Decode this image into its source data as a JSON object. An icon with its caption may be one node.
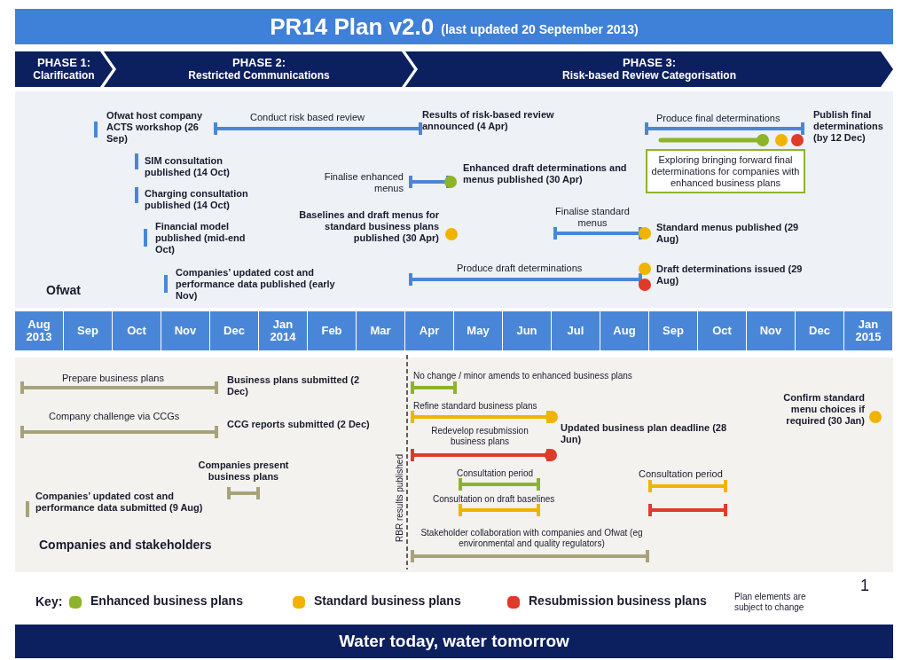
{
  "diagram": {
    "title": "PR14 Plan v2.0",
    "caption": "Water today, water tomorrow",
    "nodes": [
      {
        "text": [
          "PHASE 1:",
          "Clarification"
        ]
      },
      {
        "text": [
          "PHASE 2:",
          "Restricted Communications"
        ]
      },
      {
        "text": [
          "PHASE 3:",
          "Risk-based Review Categorisation"
        ]
      },
      {
        "text": [
          "Exploring bringing forward final determinations for companies with enhanced business plans"
        ]
      }
    ],
    "edges": [],
    "labels": [
      "(last updated 20 September 2013)",
      "Ofwat host company ACTS workshop (26 Sep)",
      "Conduct risk based review",
      "Results of risk-based review announced (4 Apr)",
      "Produce final determinations",
      "Publish final determinations (by 12 Dec)",
      "SIM consultation published (14 Oct)",
      "Finalise enhanced menus",
      "Enhanced draft determinations and menus published (30 Apr)",
      "Charging consultation published (14 Oct)",
      "Baselines and draft menus for standard business plans published (30 Apr)",
      "Finalise standard menus",
      "Standard menus published (29 Aug)",
      "Financial model published (mid-end Oct)",
      "Produce draft determinations",
      "Draft determinations issued (29 Aug)",
      "Companies’ updated cost and performance data published (early Nov)",
      "Ofwat",
      "Aug 2013",
      "Sep",
      "Oct",
      "Nov",
      "Dec",
      "Jan 2014",
      "Feb",
      "Mar",
      "Apr",
      "May",
      "Jun",
      "Jul",
      "Aug",
      "Sep",
      "Oct",
      "Nov",
      "Dec",
      "Jan 2015",
      "Prepare business plans",
      "Business plans submitted (2 Dec)",
      "No change / minor amends to enhanced business plans",
      "Refine standard business plans",
      "Confirm standard menu choices if required (30 Jan)",
      "Company challenge via CCGs",
      "CCG reports submitted (2 Dec)",
      "Redevelop resubmission business plans",
      "Updated business plan deadline (28 Jun)",
      "RBR results published",
      "Companies present business plans",
      "Consultation period",
      "Consultation period",
      "Consultation on draft baselines",
      "Companies’ updated cost and performance data submitted (9 Aug)",
      "Stakeholder collaboration with companies and Ofwat (eg environmental and quality regulators)",
      "Companies and stakeholders",
      "Key:",
      "Plan elements are subject to change",
      "1"
    ],
    "legend": [
      {
        "text": "Enhanced business plans",
        "color": "#8db32a"
      },
      {
        "text": "Standard business plans",
        "color": "#f0b400"
      },
      {
        "text": "Resubmission business plans",
        "color": "#e03a2a"
      }
    ]
  }
}
